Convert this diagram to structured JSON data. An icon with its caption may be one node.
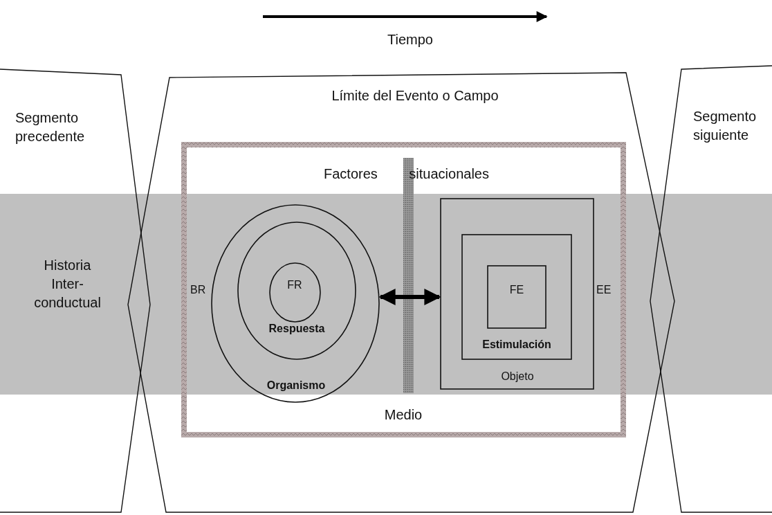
{
  "diagram": {
    "nodes": [
      {
        "text": [
          "Segmento precedente"
        ]
      },
      {
        "text": [
          "Límite del Evento o Campo"
        ]
      },
      {
        "text": [
          "Segmento siguiente"
        ]
      },
      {
        "text": [
          "Medio"
        ],
        "in": 1
      },
      {
        "text": [
          "Organismo"
        ],
        "in": 3
      },
      {
        "text": [
          "Respuesta"
        ],
        "in": 4
      },
      {
        "text": [
          "FR"
        ],
        "in": 5
      },
      {
        "text": [
          "Objeto"
        ],
        "in": 3
      },
      {
        "text": [
          "Estimulación"
        ],
        "in": 7
      },
      {
        "text": [
          "FE"
        ],
        "in": 8
      }
    ],
    "edges": [
      {
        "from": 4,
        "to": 7,
        "arrow": "both"
      }
    ],
    "labels": [
      "Tiempo",
      "Historia Inter-conductual",
      "Factores situacionales",
      "BR",
      "EE"
    ]
  }
}
